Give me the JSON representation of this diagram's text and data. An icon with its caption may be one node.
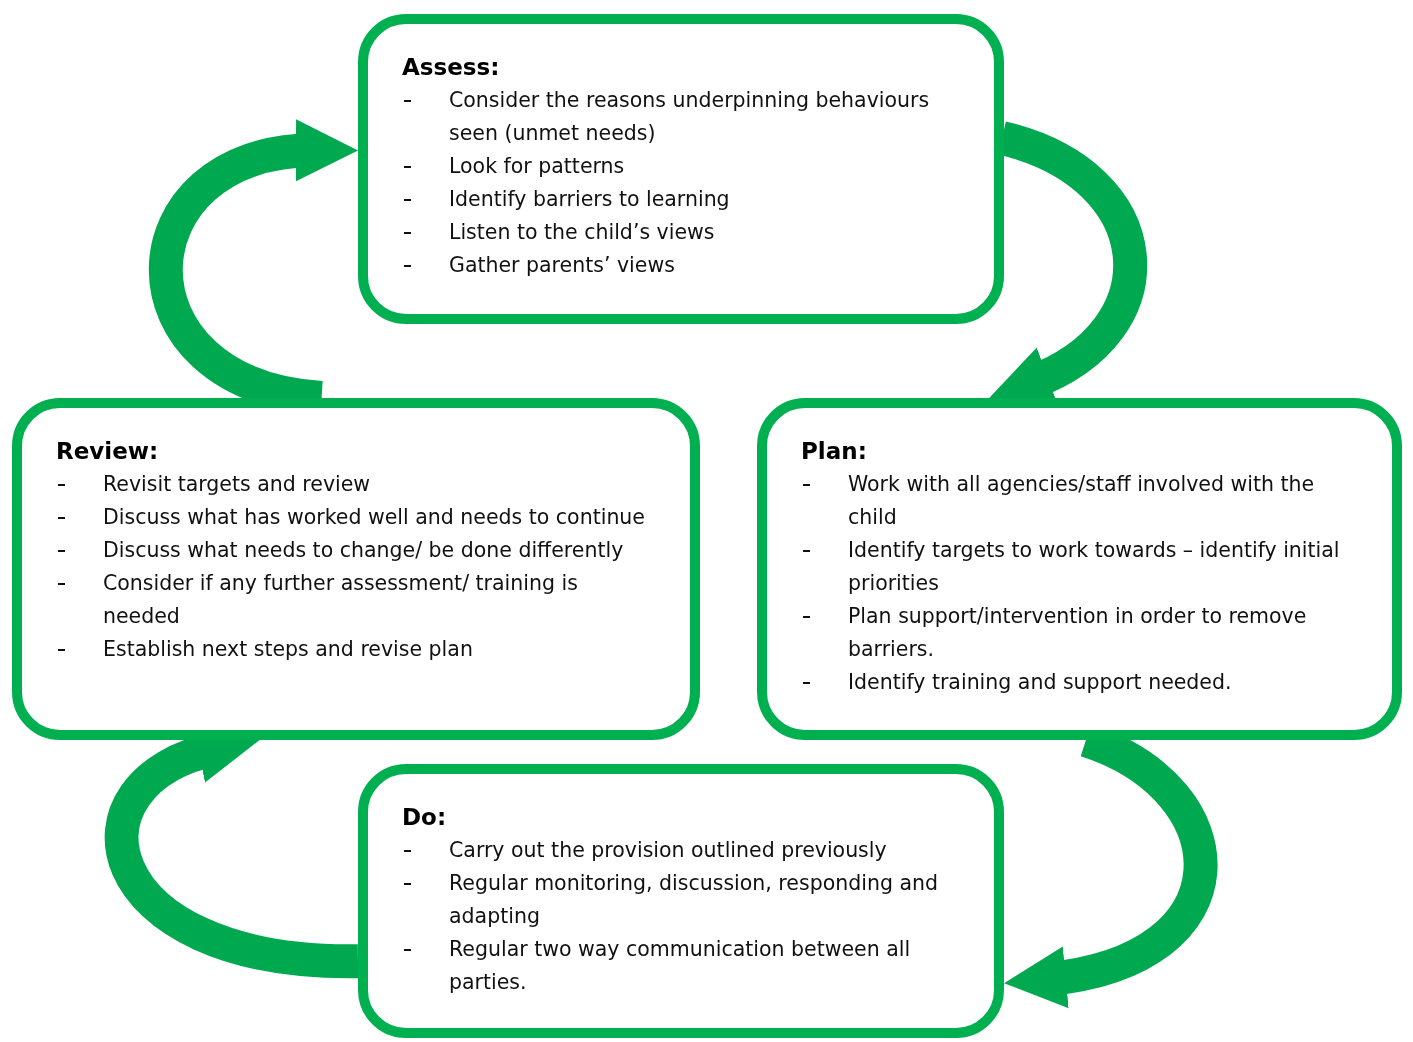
{
  "diagram": {
    "nodes": [
      {
        "text": [
          "Assess:",
          "Consider the reasons underpinning behaviours seen (unmet needs)",
          "Look for patterns",
          "Identify barriers to learning",
          "Listen to the child’s views",
          "Gather parents’ views"
        ]
      },
      {
        "text": [
          "Review:",
          "Revisit targets and review",
          "Discuss what has worked well and needs to continue",
          "Discuss what needs to change/ be done differently",
          "Consider if any further assessment/ training is needed",
          "Establish next steps and revise plan"
        ]
      },
      {
        "text": [
          "Plan:",
          "Work with all agencies/staff involved with the child",
          "Identify targets to work towards – identify initial priorities",
          "Plan support/intervention in order to remove barriers.",
          "Identify training and support needed."
        ]
      },
      {
        "text": [
          "Do:",
          "Carry out the provision outlined previously",
          "Regular monitoring, discussion, responding and adapting",
          "Regular two way communication between all parties."
        ]
      }
    ],
    "edges": [
      {
        "from": 0,
        "to": 2,
        "arrow": "to"
      },
      {
        "from": 2,
        "to": 3,
        "arrow": "to"
      },
      {
        "from": 3,
        "to": 1,
        "arrow": "to"
      },
      {
        "from": 1,
        "to": 0,
        "arrow": "to"
      }
    ]
  }
}
